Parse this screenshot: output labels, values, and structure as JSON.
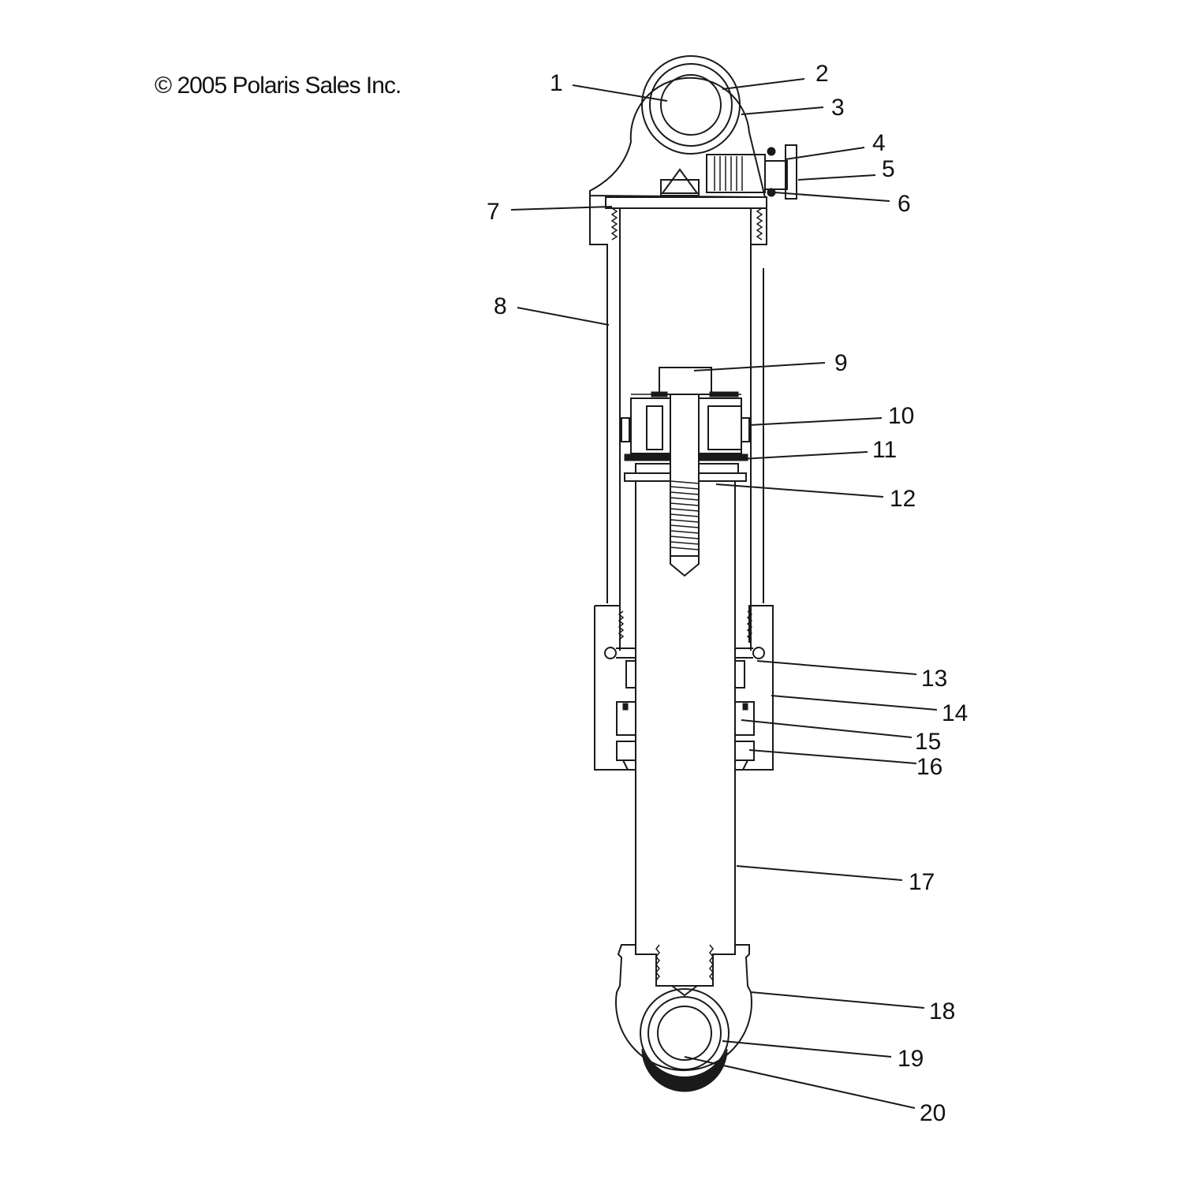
{
  "copyright": "© 2005 Polaris Sales Inc.",
  "callouts": [
    "1",
    "2",
    "3",
    "4",
    "5",
    "6",
    "7",
    "8",
    "9",
    "10",
    "11",
    "12",
    "13",
    "14",
    "15",
    "16",
    "17",
    "18",
    "19",
    "20"
  ]
}
